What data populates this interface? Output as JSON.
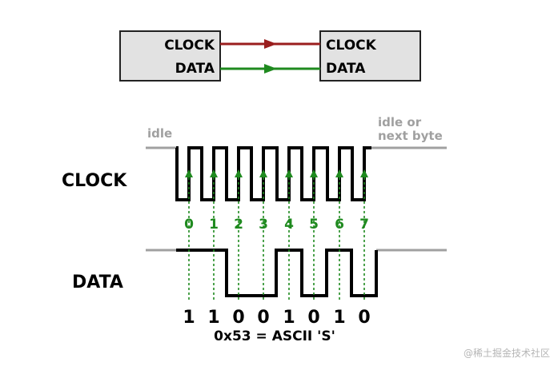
{
  "blocks": {
    "left": {
      "clock_label": "CLOCK",
      "data_label": "DATA"
    },
    "right": {
      "clock_label": "CLOCK",
      "data_label": "DATA"
    }
  },
  "signals": {
    "clock_label": "CLOCK",
    "data_label": "DATA",
    "idle_label": "idle",
    "idle_next_line1": "idle or",
    "idle_next_line2": "next byte"
  },
  "bits": {
    "indices": [
      "0",
      "1",
      "2",
      "3",
      "4",
      "5",
      "6",
      "7"
    ],
    "values": [
      "1",
      "1",
      "0",
      "0",
      "1",
      "0",
      "1",
      "0"
    ],
    "value_levels": [
      1,
      1,
      0,
      0,
      1,
      0,
      1,
      0
    ]
  },
  "caption": "0x53 = ASCII 'S'",
  "watermark": "@稀土掘金技术社区",
  "colors": {
    "clock_wire": "#9a1e1e",
    "data_wire": "#1f8a1f",
    "sample_marker": "#1f8a1f",
    "idle_line": "#a0a0a0",
    "box_fill": "#e2e2e2",
    "signal": "#000000"
  }
}
